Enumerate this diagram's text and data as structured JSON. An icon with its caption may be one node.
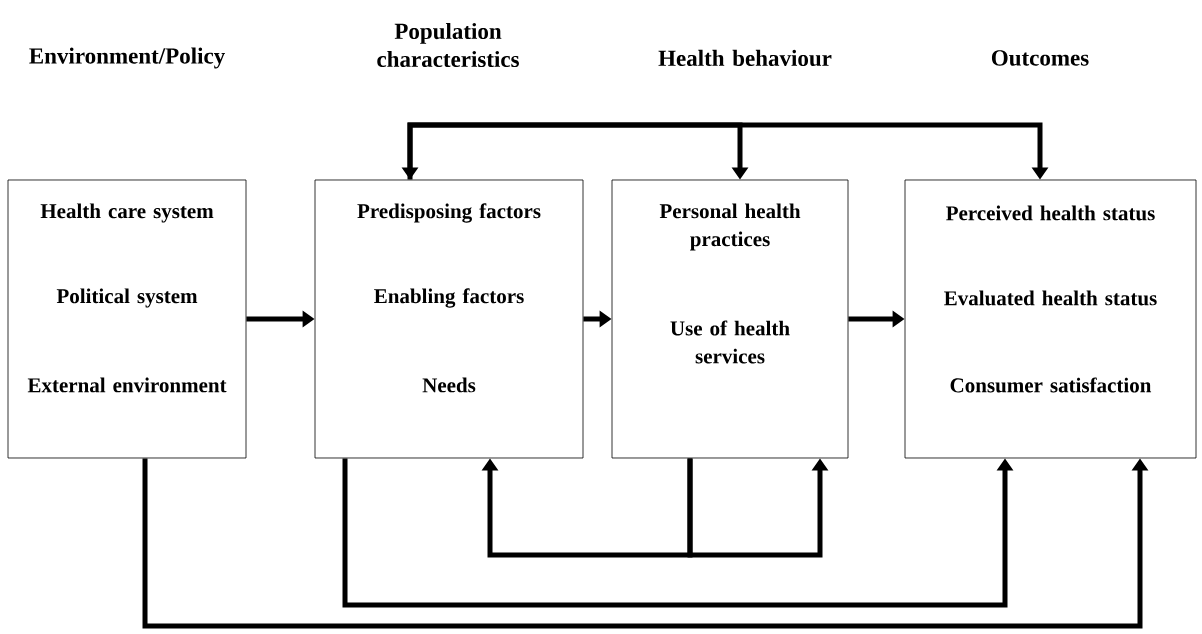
{
  "diagram": {
    "nodes": [
      {
        "text": [
          "Health  care system",
          "Political system",
          "External environment"
        ]
      },
      {
        "text": [
          "Predisposing factors",
          "Enabling factors",
          "Needs"
        ]
      },
      {
        "text": [
          "Personal health practices",
          "Use of health services"
        ]
      },
      {
        "text": [
          "Perceived health status",
          "Evaluated health status",
          "Consumer satisfaction"
        ]
      }
    ],
    "edges": [
      {
        "from": 0,
        "to": 1,
        "arrow": "to"
      },
      {
        "from": 1,
        "to": 2,
        "arrow": "to"
      },
      {
        "from": 2,
        "to": 3,
        "arrow": "to"
      },
      {
        "from": 1,
        "to": 3,
        "arrow": "both"
      },
      {
        "from": 1,
        "to": 2,
        "arrow": "to"
      },
      {
        "from": 2,
        "to": 1,
        "arrow": "to"
      },
      {
        "from": 2,
        "to": 2,
        "arrow": "to"
      },
      {
        "from": 1,
        "to": 3,
        "arrow": "to"
      },
      {
        "from": 0,
        "to": 3,
        "arrow": "to"
      }
    ],
    "labels": [
      "Environment/Policy",
      "Population characteristics",
      "Health behaviour",
      "Outcomes"
    ]
  }
}
